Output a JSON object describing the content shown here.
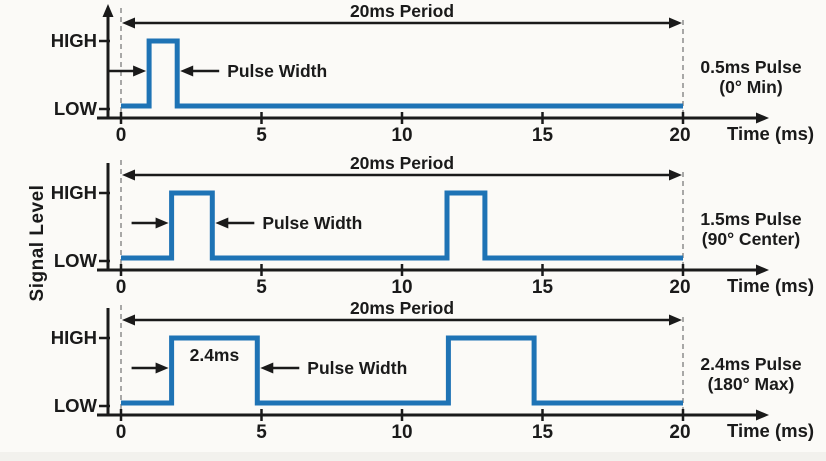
{
  "ylabel": "Signal Level",
  "colors": {
    "waveform_blue": "#1e73b5",
    "axis_black": "#1a1a1a",
    "dashed_gray": "#999999",
    "background": "#fbfaf7"
  },
  "chart_data": [
    {
      "type": "line",
      "subtype": "digital-timing-pwm",
      "title": "20ms Period",
      "xlabel": "Time (ms)",
      "x_ticks": [
        0,
        5,
        10,
        15,
        20
      ],
      "xlim": [
        0,
        20
      ],
      "y_levels": [
        "LOW",
        "HIGH"
      ],
      "period_ms": 20,
      "pulse_width_label": "Pulse Width",
      "pulse_width_ms": 0.5,
      "pulses_ms": [
        [
          1.0,
          2.0
        ]
      ],
      "inner_label": "",
      "caption": [
        "0.5ms Pulse",
        "(0° Min)"
      ]
    },
    {
      "type": "line",
      "subtype": "digital-timing-pwm",
      "title": "20ms Period",
      "xlabel": "Time (ms)",
      "x_ticks": [
        0,
        5,
        10,
        15,
        20
      ],
      "xlim": [
        0,
        20
      ],
      "y_levels": [
        "LOW",
        "HIGH"
      ],
      "period_ms": 20,
      "pulse_width_label": "Pulse Width",
      "pulse_width_ms": 1.5,
      "pulses_ms": [
        [
          1.8,
          3.25
        ],
        [
          11.6,
          12.95
        ]
      ],
      "inner_label": "",
      "caption": [
        "1.5ms Pulse",
        "(90° Center)"
      ]
    },
    {
      "type": "line",
      "subtype": "digital-timing-pwm",
      "title": "20ms Period",
      "xlabel": "Time (ms)",
      "x_ticks": [
        0,
        5,
        10,
        15,
        20
      ],
      "xlim": [
        0,
        20
      ],
      "y_levels": [
        "LOW",
        "HIGH"
      ],
      "period_ms": 20,
      "pulse_width_label": "Pulse Width",
      "pulse_width_ms": 2.4,
      "pulses_ms": [
        [
          1.8,
          4.85
        ],
        [
          11.65,
          14.7
        ]
      ],
      "inner_label": "2.4ms",
      "caption": [
        "2.4ms Pulse",
        "(180° Max)"
      ]
    }
  ]
}
